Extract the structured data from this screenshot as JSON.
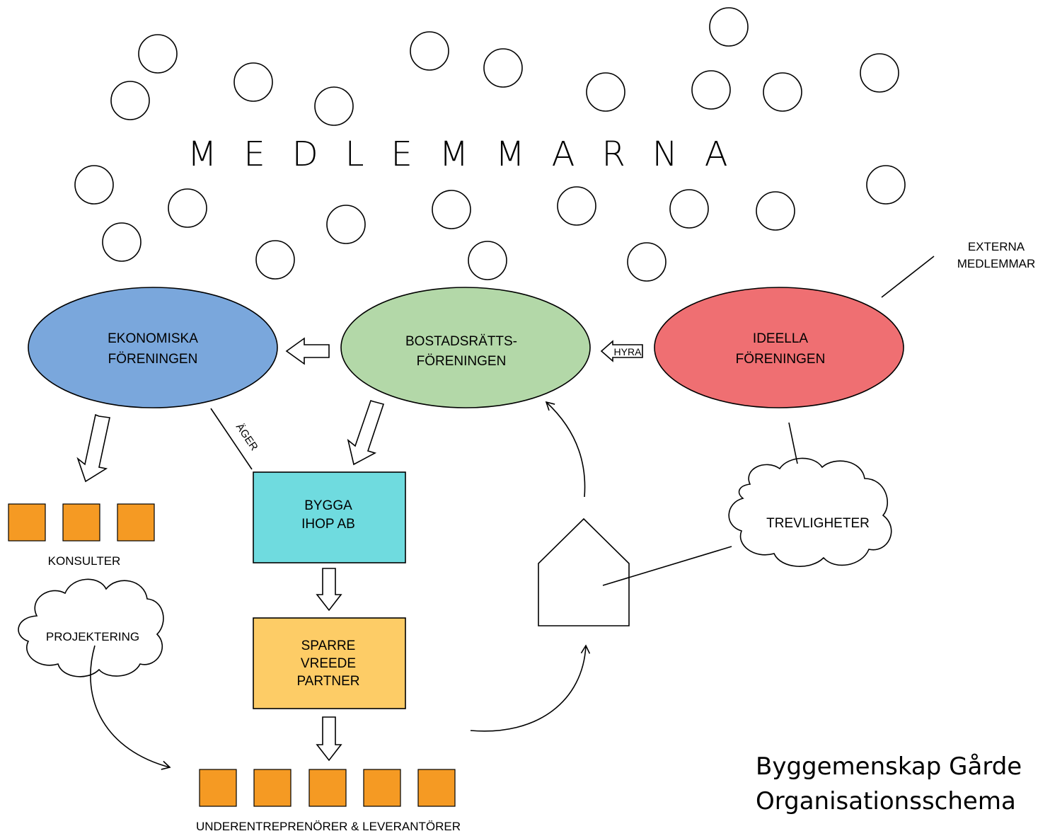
{
  "title": "MEDLEMMARNA",
  "external_members": {
    "line1": "EXTERNA",
    "line2": "MEDLEMMAR"
  },
  "orgs": {
    "ekonomiska": {
      "line1": "EKONOMISKA",
      "line2": "FÖRENINGEN",
      "color": "#7aa7dc"
    },
    "bostadsratts": {
      "line1": "BOSTADSRÄTTS-",
      "line2": "FÖRENINGEN",
      "color": "#b3d8a8"
    },
    "ideella": {
      "line1": "IDEELLA",
      "line2": "FÖRENINGEN",
      "color": "#ef6f72"
    }
  },
  "hyra_label": "HYRA",
  "ager_label": "ÄGER",
  "bygga": {
    "line1": "BYGGA",
    "line2": "IHOP AB",
    "color": "#6fdbdf"
  },
  "sparre": {
    "line1": "SPARRE",
    "line2": "VREEDE",
    "line3": "PARTNER",
    "color": "#fdcc66"
  },
  "konsulter_label": "KONSULTER",
  "projektering_label": "PROJEKTERING",
  "trevligheter_label": "TREVLIGHETER",
  "underentreprenorer_label": "UNDERENTREPRENÖRER & LEVERANTÖRER",
  "square_color": "#f59a23",
  "caption": {
    "line1": "Byggemenskap Gårde",
    "line2": "Organisationsschema"
  }
}
